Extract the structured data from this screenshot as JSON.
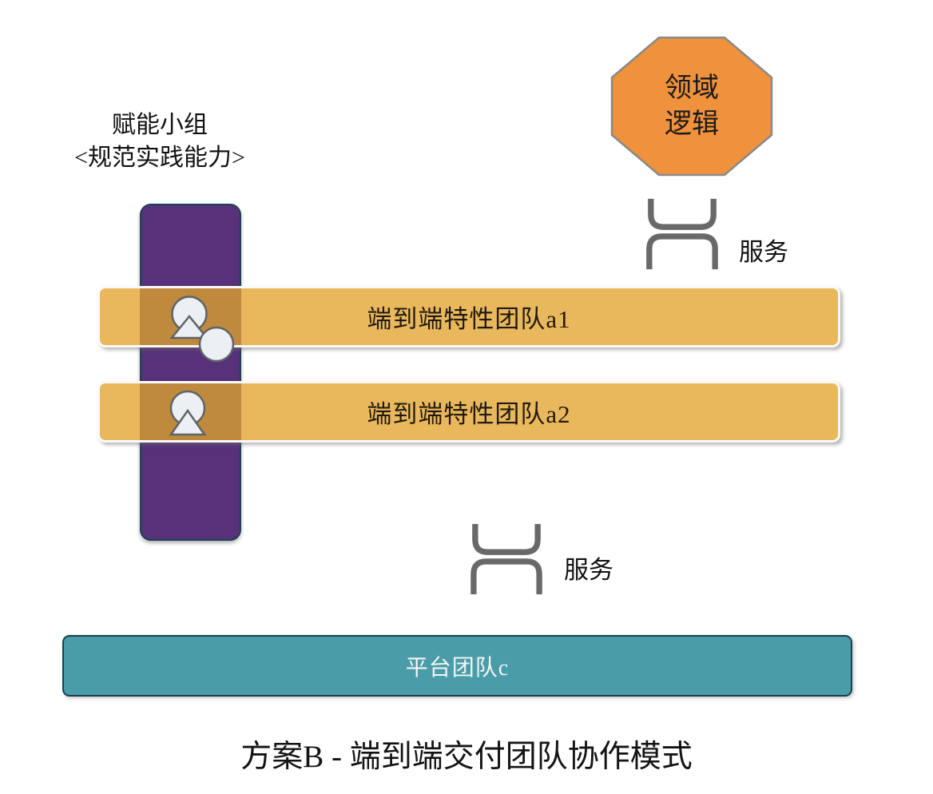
{
  "title": "方案B - 端到端交付团队协作模式",
  "enabling_team": {
    "label_line1": "赋能小组",
    "label_line2": "<规范实践能力>",
    "fill_color": "#57317A",
    "border_color": "#1C4152"
  },
  "domain_logic": {
    "line1": "领域",
    "line2": "逻辑",
    "fill_color": "#F0913C",
    "border_color": "#898989"
  },
  "feature_teams": [
    {
      "label": "端到端特性团队a1"
    },
    {
      "label": "端到端特性团队a2"
    }
  ],
  "platform_team": {
    "label": "平台团队c",
    "fill_color": "#4A9DA8",
    "border_color": "#17414F"
  },
  "services": [
    {
      "label": "服务"
    },
    {
      "label": "服务"
    }
  ],
  "icons": {
    "person_pair": "person-pair-icon",
    "person": "person-icon",
    "service": "service-icon"
  },
  "colors": {
    "feature_bar": "#E9B85C",
    "feature_bar_overlap": "#BF8A3E",
    "icon_fill": "#ECEFF3",
    "icon_stroke": "#5F6467",
    "service_icon": "#696969",
    "background": "#FFFFFF"
  }
}
